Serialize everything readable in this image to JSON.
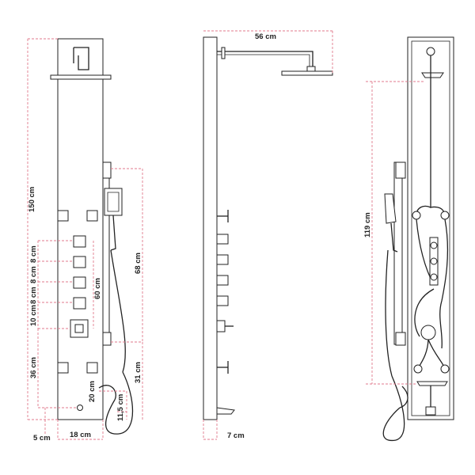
{
  "front": {
    "total_height": "150 cm",
    "jet_spacing_1": "8 cm",
    "jet_spacing_2": "8 cm",
    "jet_spacing_3": "8 cm",
    "jet_spacing_4": "10 cm",
    "lower_section": "36 cm",
    "jets_span": "60 cm",
    "rail_length": "68 cm",
    "rail_bottom": "31 cm",
    "bottom_offset": "20 cm",
    "outlet_height": "11,5 cm",
    "left_offset": "5 cm",
    "width": "18 cm"
  },
  "side": {
    "arm_length": "56 cm",
    "depth": "7 cm"
  },
  "back": {
    "pipe_height": "119 cm"
  },
  "colors": {
    "dimension": "#e07a8c",
    "outline": "#222222"
  }
}
